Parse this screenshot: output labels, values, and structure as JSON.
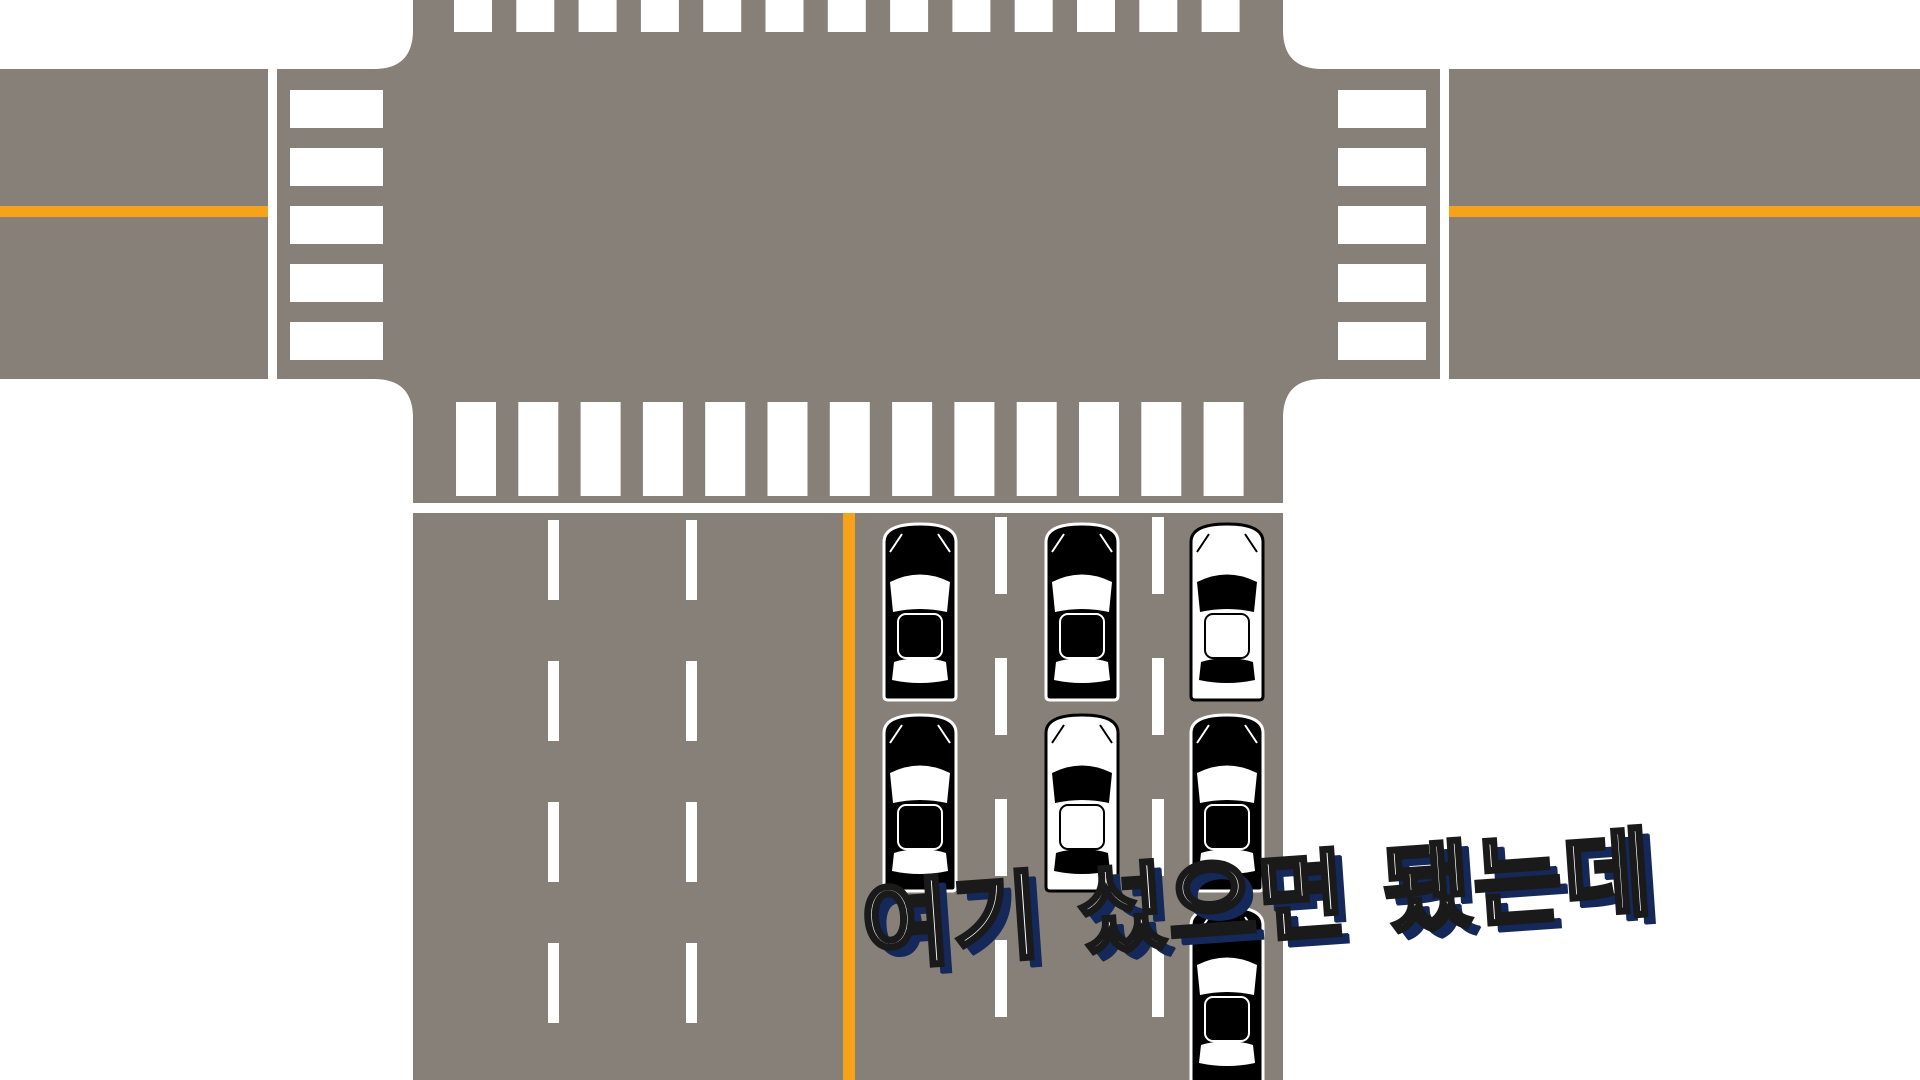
{
  "colors": {
    "road": "#878079",
    "lane_line": "#ffffff",
    "center_line": "#f7a21b",
    "background": "#ffffff",
    "car_dark": "#000000",
    "car_light": "#ffffff",
    "caption_fill": "#ffffff",
    "caption_shadow": "#14285a"
  },
  "cars": [
    {
      "lane": 1,
      "row": 1,
      "color": "dark"
    },
    {
      "lane": 2,
      "row": 1,
      "color": "dark"
    },
    {
      "lane": 3,
      "row": 1,
      "color": "light"
    },
    {
      "lane": 1,
      "row": 2,
      "color": "dark"
    },
    {
      "lane": 2,
      "row": 2,
      "color": "light"
    },
    {
      "lane": 3,
      "row": 2,
      "color": "dark"
    },
    {
      "lane": 3,
      "row": 3,
      "color": "dark"
    }
  ],
  "caption": {
    "text": "여기 섰으면 됐는데"
  }
}
